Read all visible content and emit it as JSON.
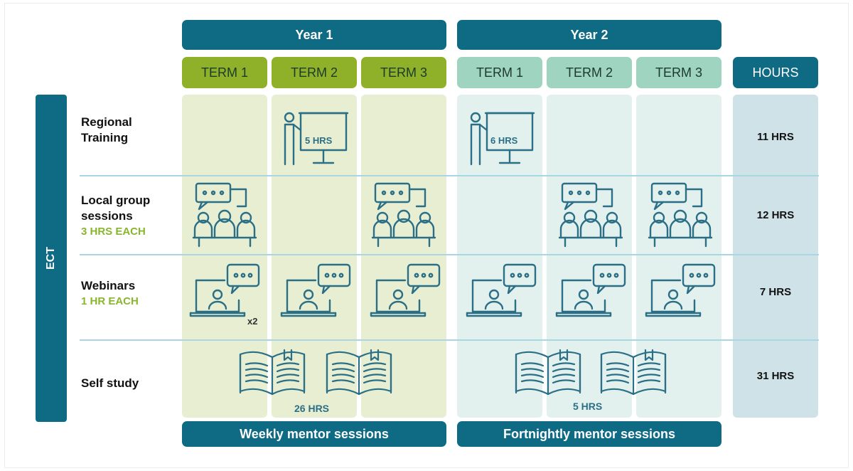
{
  "years": [
    "Year 1",
    "Year 2"
  ],
  "terms": [
    "TERM 1",
    "TERM 2",
    "TERM 3",
    "TERM 1",
    "TERM 2",
    "TERM 3"
  ],
  "hours_header": "HOURS",
  "side_label": "ECT",
  "rows": [
    {
      "label": "Regional Training",
      "sub": "",
      "total": "11 HRS"
    },
    {
      "label": "Local group sessions",
      "sub": "3 HRS EACH",
      "total": "12 HRS"
    },
    {
      "label": "Webinars",
      "sub": "1 HR EACH",
      "total": "7 HRS"
    },
    {
      "label": "Self study",
      "sub": "",
      "total": "31 HRS"
    }
  ],
  "regional": {
    "year1_term2": "5 HRS",
    "year2_term1": "6 HRS"
  },
  "webinar_multiplier": "x2",
  "self_study": {
    "year1": "26 HRS",
    "year2": "5 HRS"
  },
  "footers": [
    "Weekly mentor sessions",
    "Fortnightly mentor sessions"
  ],
  "icons": {
    "presenter": "presenter-at-board-icon",
    "group": "group-meeting-icon",
    "webinar": "laptop-video-call-icon",
    "book": "open-book-icon"
  },
  "colors": {
    "teal": "#0f6a84",
    "term_year1": "#8fb12a",
    "term_year2": "#9fd4c0",
    "col_year1": "#e7eed2",
    "col_year2": "#e3f1ee",
    "hours_col": "#cfe2e8",
    "icon_stroke": "#2b6f86",
    "sub_green": "#8ab52f"
  }
}
